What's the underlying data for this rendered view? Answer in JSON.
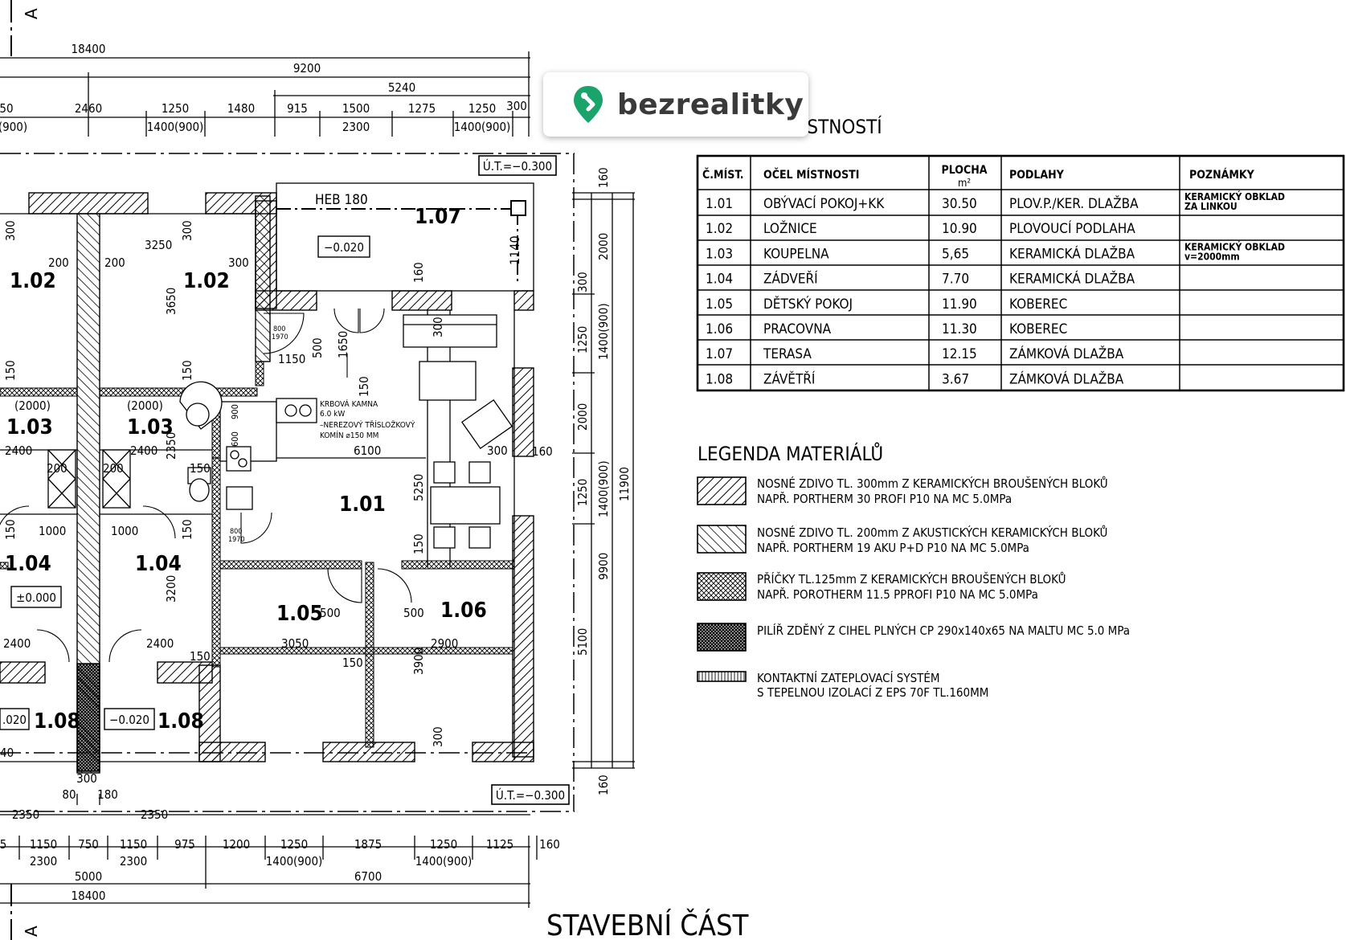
{
  "brand": {
    "name": "bezrealitky",
    "color": "#1aa36b"
  },
  "drawing": {
    "section_letter_top": "A",
    "section_letter_bottom": "A",
    "table_title_fragment": "ISTNOSTÍ",
    "stavebni_cast": "STAVEBNÍ ČÁST",
    "dimensions": {
      "top_total": "18400",
      "top_9200": "9200",
      "top_5240": "5240",
      "top_chain": [
        "50",
        "2460",
        "1250",
        "1480",
        "915",
        "1500",
        "1275",
        "1250",
        "300"
      ],
      "top_openings": [
        "(900)",
        "1400(900)",
        "2300",
        "1400(900)"
      ],
      "bottom_chain": [
        "5",
        "1150",
        "750",
        "1150",
        "975",
        "1200",
        "1250",
        "1875",
        "1250",
        "1125",
        "160"
      ],
      "bottom_sub": [
        "2300",
        "2300",
        "1400(900)",
        "1400(900)"
      ],
      "bottom_5000": "5000",
      "bottom_6700": "6700",
      "bottom_total": "18400",
      "bottom_2350_a": "2350",
      "bottom_2350_b": "2350",
      "pier": [
        "300",
        "80",
        "180"
      ],
      "right_chain": [
        "160",
        "300",
        "1250",
        "2000",
        "1250",
        "9900",
        "5100",
        "160"
      ],
      "right_openings": [
        "1400(900)",
        "1400(900)"
      ],
      "right_2000": "2000",
      "right_11900": "11900",
      "right_160_mid": "160"
    },
    "levels": {
      "ot_top": "Ú.T.=−0.300",
      "ot_bottom": "Ú.T.=−0.300",
      "terrace": "−0.020",
      "hall": "±0.000",
      "vest_left": ".020",
      "vest_right": "−0.020"
    },
    "rooms": {
      "r102a": "1.02",
      "r102b": "1.02",
      "r103a": "1.03",
      "r103b": "1.03",
      "r104a": "1.04",
      "r104b": "1.04",
      "r101": "1.01",
      "r105": "1.05",
      "r106": "1.06",
      "r107": "1.07",
      "r108a": "1.08",
      "r108b": "1.08"
    },
    "notes": {
      "heb": "HEB 180",
      "d1140": "1140",
      "d160_terrace": "160",
      "d3250": "3250",
      "d200a": "200",
      "d200b": "200",
      "d300a": "300",
      "d300b": "300",
      "d300c": "300",
      "d3650": "3650",
      "d150a": "150",
      "d150b": "150",
      "d2000a": "(2000)",
      "d2000b": "(2000)",
      "d2400a": "2400",
      "d2400b": "2400",
      "d2350": "2350",
      "d200c": "200",
      "d200d": "200",
      "d150c": "150",
      "d150d": "150",
      "d150e": "150",
      "d1000a": "1000",
      "d1000b": "1000",
      "d3200": "3200",
      "d2400c": "2400",
      "d2400d": "2400",
      "d150f": "150",
      "d40": "40",
      "d1150": "1150",
      "d500a": "500",
      "d1650": "1650",
      "d150g": "150",
      "d6100": "6100",
      "d5250": "5250",
      "d150h": "150",
      "d300d": "300",
      "d300e": "300",
      "d500b": "500",
      "d500c": "500",
      "d3050": "3050",
      "d2900": "2900",
      "d150i": "150",
      "d3900": "3900",
      "d300f": "300",
      "door800": "800",
      "door1970": "1970",
      "kamna_1": "KRBOVÁ KAMNA",
      "kamna_2": "6.0 kW",
      "kamna_3": "–NEREZOVÝ TŘÍSLOŽKOVÝ",
      "kamna_4": "KOMÍN ⌀150 MM",
      "kitchen_600": "600",
      "kitchen_900": "900"
    },
    "room_table": {
      "headers": [
        "Č.MÍST.",
        "OČEL MÍSTNOSTI",
        "PLOCHA",
        "m²",
        "PODLAHY",
        "POZNÁMKY"
      ],
      "rows": [
        {
          "id": "1.01",
          "name": "OBÝVACÍ POKOJ+KK",
          "area": "30.50",
          "floor": "PLOV.P./KER. DLAŽBA",
          "note1": "KERAMICKÝ OBKLAD",
          "note2": "ZA LINKOU"
        },
        {
          "id": "1.02",
          "name": "LOŽNICE",
          "area": "10.90",
          "floor": "PLOVOUCÍ PODLAHA",
          "note1": "",
          "note2": ""
        },
        {
          "id": "1.03",
          "name": "KOUPELNA",
          "area": "5,65",
          "floor": "KERAMICKÁ DLAŽBA",
          "note1": "KERAMICKÝ OBKLAD",
          "note2": "v=2000mm"
        },
        {
          "id": "1.04",
          "name": "ZÁDVEŘÍ",
          "area": "7.70",
          "floor": "KERAMICKÁ DLAŽBA",
          "note1": "",
          "note2": ""
        },
        {
          "id": "1.05",
          "name": "DĚTSKÝ POKOJ",
          "area": "11.90",
          "floor": "KOBEREC",
          "note1": "",
          "note2": ""
        },
        {
          "id": "1.06",
          "name": "PRACOVNA",
          "area": "11.30",
          "floor": "KOBEREC",
          "note1": "",
          "note2": ""
        },
        {
          "id": "1.07",
          "name": "TERASA",
          "area": "12.15",
          "floor": "ZÁMKOVÁ DLAŽBA",
          "note1": "",
          "note2": ""
        },
        {
          "id": "1.08",
          "name": "ZÁVĚTŘÍ",
          "area": "3.67",
          "floor": "ZÁMKOVÁ DLAŽBA",
          "note1": "",
          "note2": ""
        }
      ]
    },
    "legend": {
      "title": "LEGENDA MATERIÁLŮ",
      "items": [
        {
          "line1": "NOSNÉ ZDIVO TL. 300mm Z KERAMICKÝCH BROUŠENÝCH BLOKŮ",
          "line2": "NAPŘ. PORTHERM 30 PROFI P10 NA MC 5.0MPa"
        },
        {
          "line1": "NOSNÉ ZDIVO TL. 200mm Z AKUSTICKÝCH KERAMICKÝCH BLOKŮ",
          "line2": "NAPŘ. PORTHERM 19 AKU P+D P10 NA MC 5.0MPa"
        },
        {
          "line1": "PŘÍČKY TL.125mm Z KERAMICKÝCH BROUŠENÝCH BLOKŮ",
          "line2": "NAPŘ. POROTHERM 11.5 PPROFI  P10 NA MC 5.0MPa"
        },
        {
          "line1": "PILÍŘ ZDĚNÝ Z CIHEL PLNÝCH CP 290x140x65 NA MALTU MC 5.0 MPa",
          "line2": ""
        },
        {
          "line1": "KONTAKTNÍ ZATEPLOVACÍ SYSTÉM",
          "line2": "S TEPELNOU IZOLACÍ Z EPS 70F TL.160MM"
        }
      ]
    }
  }
}
